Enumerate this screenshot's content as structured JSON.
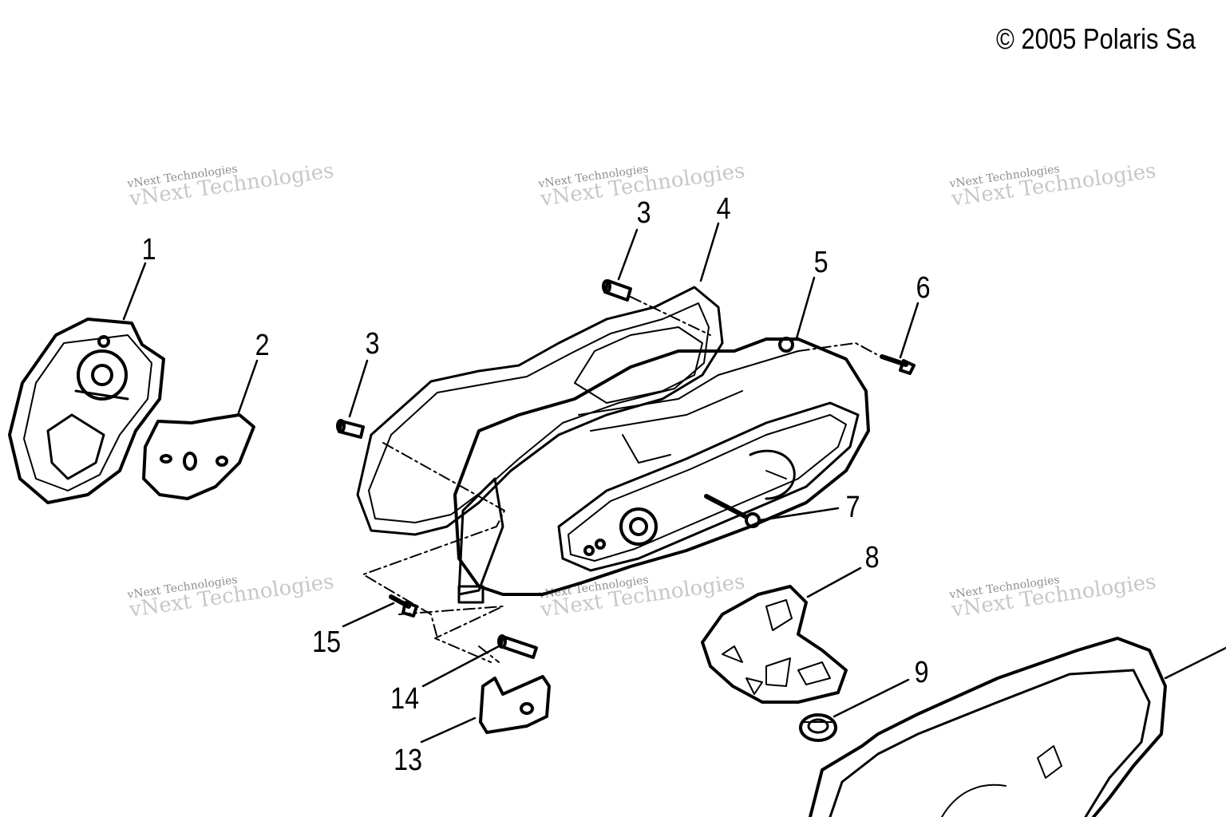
{
  "copyright": "© 2005 Polaris Sa",
  "watermark": {
    "line_small": "vNext Technologies",
    "line_big": "vNext Technologies"
  },
  "parts": [
    {
      "id": "p1",
      "label": "1"
    },
    {
      "id": "p2",
      "label": "2"
    },
    {
      "id": "p3a",
      "label": "3"
    },
    {
      "id": "p3b",
      "label": "3"
    },
    {
      "id": "p4",
      "label": "4"
    },
    {
      "id": "p5",
      "label": "5"
    },
    {
      "id": "p6",
      "label": "6"
    },
    {
      "id": "p7",
      "label": "7"
    },
    {
      "id": "p8",
      "label": "8"
    },
    {
      "id": "p9",
      "label": "9"
    },
    {
      "id": "p13",
      "label": "13"
    },
    {
      "id": "p14",
      "label": "14"
    },
    {
      "id": "p15",
      "label": "15"
    }
  ]
}
